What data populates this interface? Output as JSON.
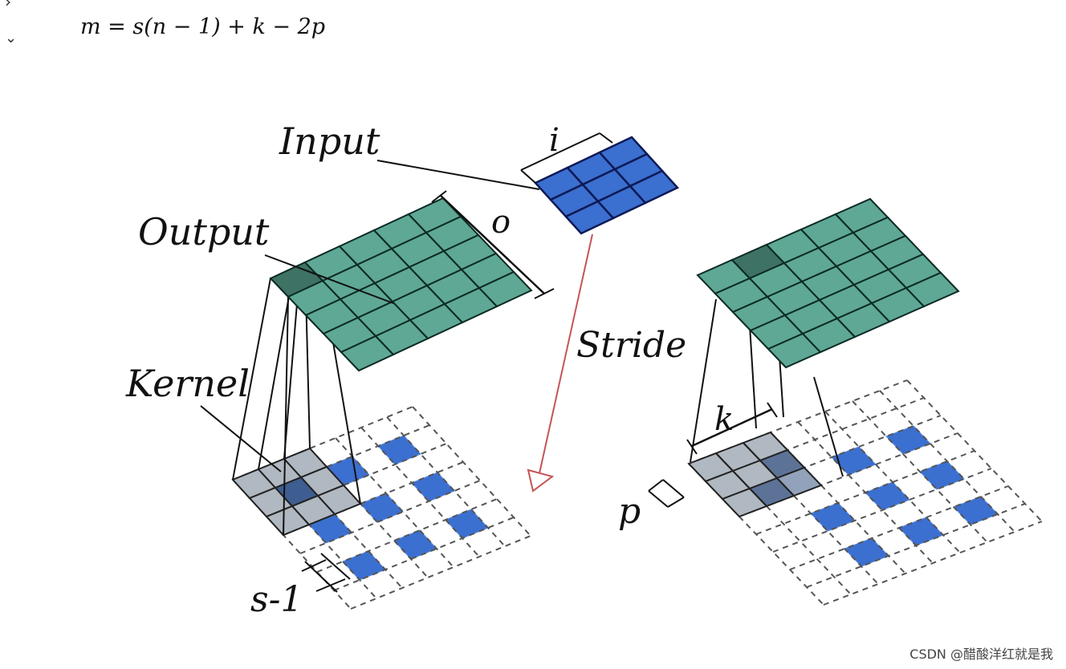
{
  "ui": {
    "chevron_right_icon": "chevron-right-icon",
    "chevron_down_icon": "chevron-down-icon",
    "formula": "m = s(n − 1) + k − 2p"
  },
  "labels": {
    "input": "Input",
    "i": "i",
    "output": "Output",
    "o": "o",
    "stride": "Stride",
    "kernel": "Kernel",
    "s_minus_1": "s-1",
    "k": "k",
    "p": "p"
  },
  "colors": {
    "input_blue": "#3b6fd0",
    "output_teal": "#5ea895",
    "output_dark": "#3e7264",
    "kernel_gray": "#a2acb6",
    "kernel_dark": "#3f5a85",
    "stride_red": "#c65454"
  },
  "watermark": "CSDN @醋酸洋红就是我"
}
